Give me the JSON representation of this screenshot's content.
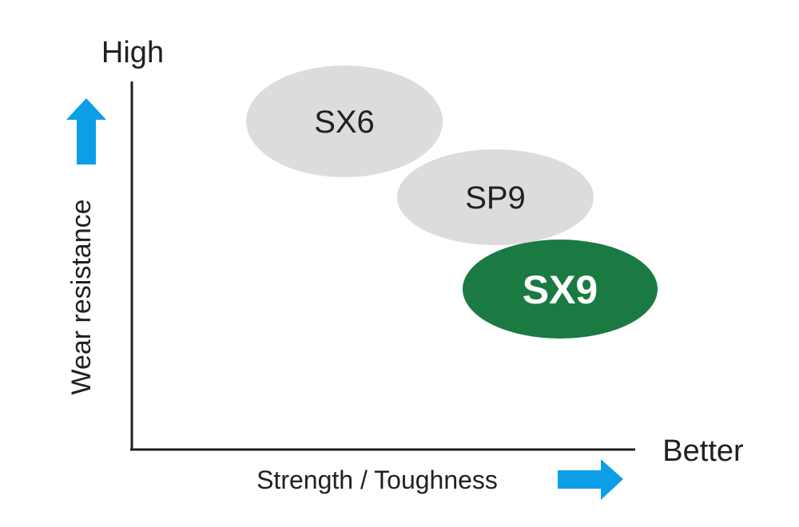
{
  "axes": {
    "y_top_label": "High",
    "y_title": "Wear resistance",
    "x_end_label": "Better",
    "x_title": "Strength / Toughness"
  },
  "grades": [
    {
      "label": "SX6",
      "fill": "#dcdcdc",
      "text_color": "#231f20",
      "highlight": false
    },
    {
      "label": "SP9",
      "fill": "#dcdcdc",
      "text_color": "#231f20",
      "highlight": false
    },
    {
      "label": "SX9",
      "fill": "#1a7a41",
      "text_color": "#ffffff",
      "highlight": true
    }
  ],
  "colors": {
    "arrow": "#0d9fe6",
    "axis": "#231f20"
  },
  "icons": {
    "y_arrow": "arrow-up-icon",
    "x_arrow": "arrow-right-icon"
  }
}
